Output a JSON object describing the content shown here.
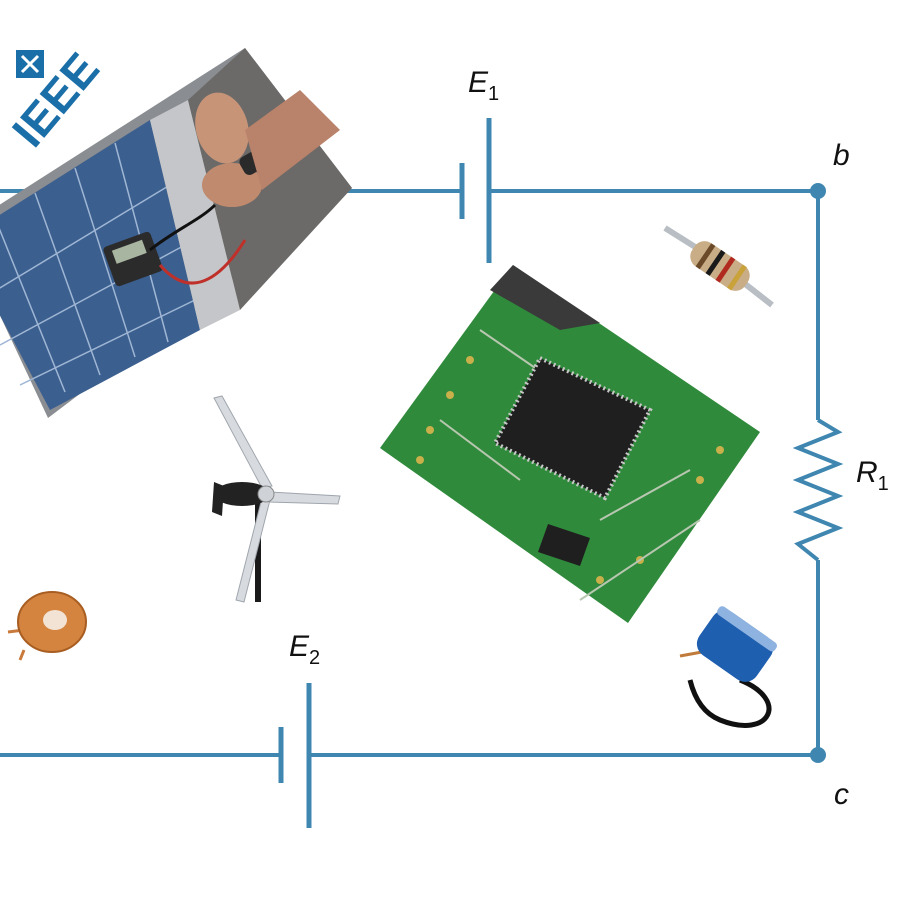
{
  "diagram": {
    "brand": {
      "logo_text": "IEEE"
    },
    "sources": [
      {
        "symbol": "E",
        "subscript": "1"
      },
      {
        "symbol": "E",
        "subscript": "2"
      }
    ],
    "resistors": [
      {
        "symbol": "R",
        "subscript": "1"
      }
    ],
    "nodes": [
      {
        "label": "b"
      },
      {
        "label": "c"
      }
    ],
    "photos": [
      {
        "icon": "solar-panel-multimeter-photo"
      },
      {
        "icon": "circuit-board-chip-photo"
      },
      {
        "icon": "wind-turbine-photo"
      },
      {
        "icon": "resistor-component-photo"
      },
      {
        "icon": "capacitor-component-photo"
      },
      {
        "icon": "toroid-inductor-photo"
      }
    ],
    "colors": {
      "wire": "#3f87b0",
      "ieee_blue": "#1b6fa8",
      "label": "#111111"
    }
  }
}
